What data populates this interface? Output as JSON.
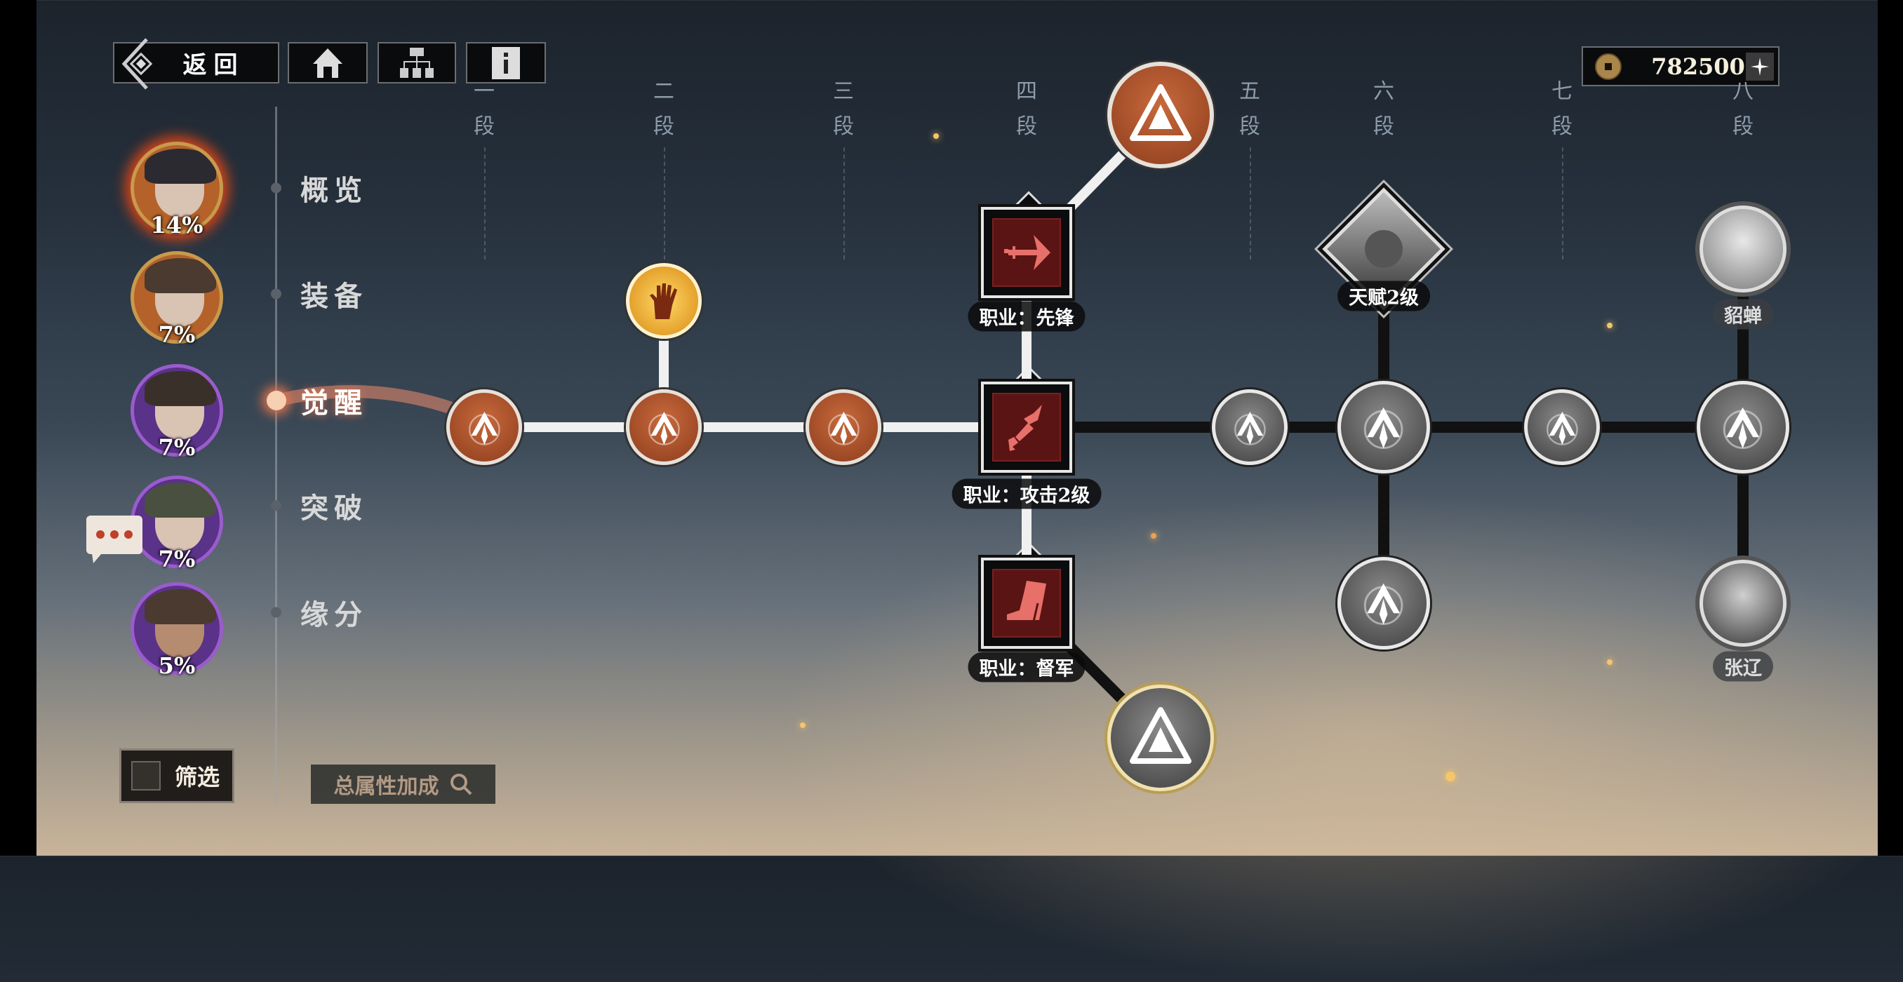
{
  "topbar": {
    "back_label": "返回",
    "home_icon": "home-icon",
    "tree_icon": "hierarchy-icon",
    "info_icon": "info-icon"
  },
  "currency": {
    "amount": "782500",
    "icon": "coin-icon",
    "add_icon": "plus-icon"
  },
  "stages": [
    {
      "num": "一",
      "unit": "段"
    },
    {
      "num": "二",
      "unit": "段"
    },
    {
      "num": "三",
      "unit": "段"
    },
    {
      "num": "四",
      "unit": "段"
    },
    {
      "num": "五",
      "unit": "段"
    },
    {
      "num": "六",
      "unit": "段"
    },
    {
      "num": "七",
      "unit": "段"
    },
    {
      "num": "八",
      "unit": "段"
    }
  ],
  "heroes": [
    {
      "percent": "14%",
      "frame": "#c89a4d",
      "selected": true
    },
    {
      "percent": "7%",
      "frame": "#c89a4d"
    },
    {
      "percent": "7%",
      "frame": "#8e55c0"
    },
    {
      "percent": "7%",
      "frame": "#8e55c0"
    },
    {
      "percent": "5%",
      "frame": "#8e55c0"
    }
  ],
  "menu": [
    {
      "label": "概览"
    },
    {
      "label": "装备"
    },
    {
      "label": "觉醒",
      "active": true
    },
    {
      "label": "突破"
    },
    {
      "label": "缘分"
    }
  ],
  "nodes": {
    "class_vanguard": "职业：先锋",
    "class_attack": "职业：攻击2级",
    "class_supervisor": "职业：督军",
    "talent": "天赋2级",
    "diaochan": "貂蝉",
    "zhangliao": "张辽"
  },
  "bottom": {
    "filter_label": "筛选",
    "total_bonus_label": "总属性加成"
  },
  "colors": {
    "accent": "#c8693c",
    "active_line": "#f0f0f0",
    "inactive_line": "#1a1a1a",
    "node_red": "#5b1414",
    "icon_red": "#e8706a"
  }
}
